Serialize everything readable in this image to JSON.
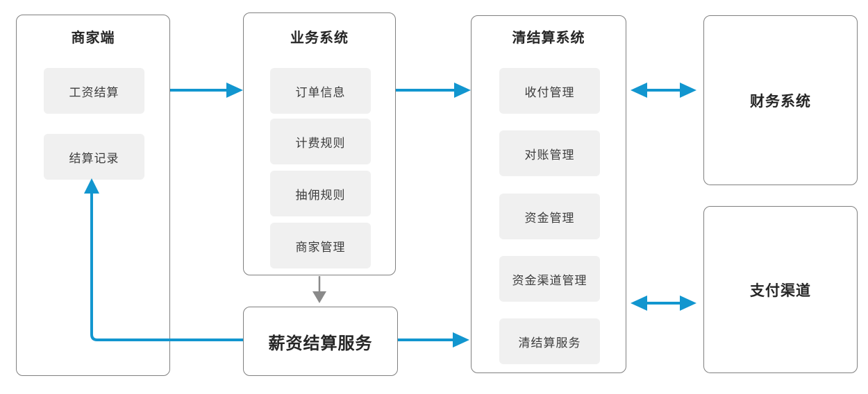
{
  "diagram": {
    "merchant": {
      "title": "商家端",
      "items": [
        "工资结算",
        "结算记录"
      ]
    },
    "business": {
      "title": "业务系统",
      "items": [
        "订单信息",
        "计费规则",
        "抽佣规则",
        "商家管理"
      ]
    },
    "clearing": {
      "title": "清结算系统",
      "items": [
        "收付管理",
        "对账管理",
        "资金管理",
        "资金渠道管理",
        "清结算服务"
      ]
    },
    "payroll": {
      "title": "薪资结算服务"
    },
    "finance": {
      "title": "财务系统"
    },
    "payment": {
      "title": "支付渠道"
    },
    "colors": {
      "arrow_blue": "#1296CF",
      "arrow_gray": "#8A8A8A",
      "box_border": "#7F7F7F",
      "subbox_fill": "#F0F0F0"
    }
  }
}
